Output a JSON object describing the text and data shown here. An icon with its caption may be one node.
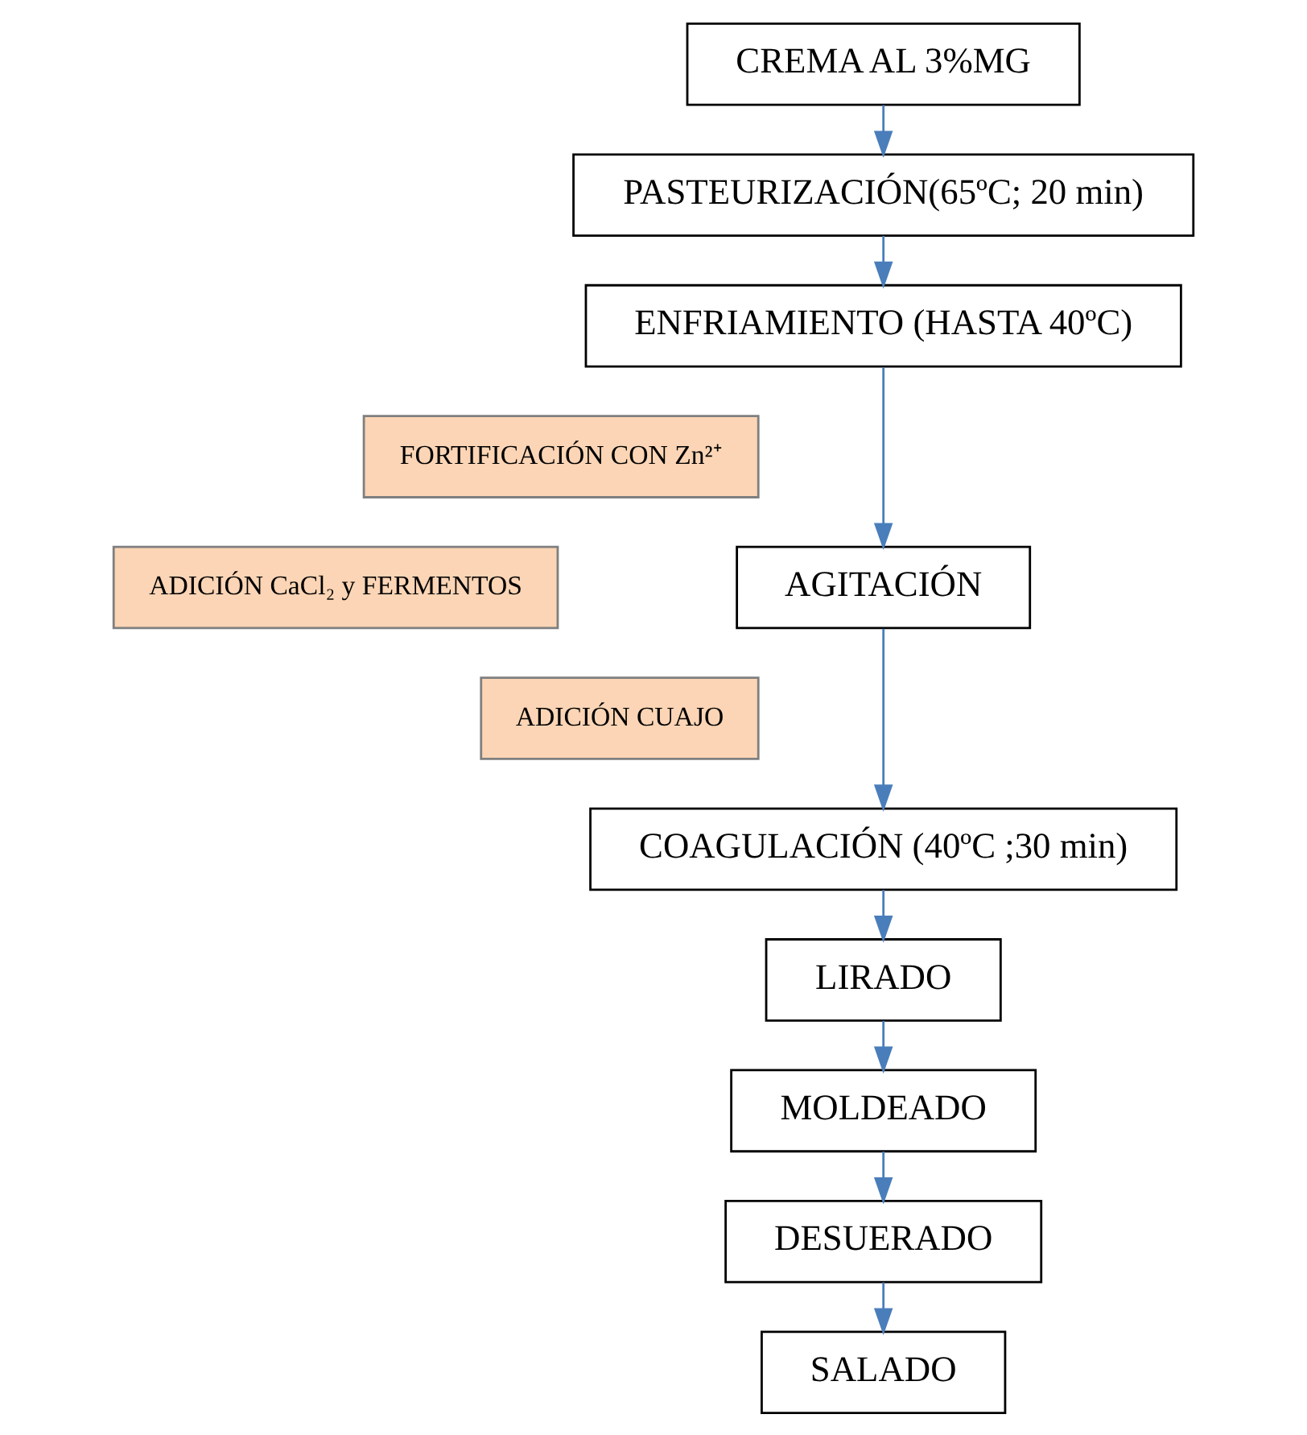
{
  "diagram": {
    "nodes": [
      {
        "text": [
          "CREMA AL 3%MG"
        ]
      },
      {
        "text": [
          "PASTEURIZACIÓN(65ºC; 20 min)"
        ]
      },
      {
        "text": [
          "ENFRIAMIENTO (HASTA 40ºC)"
        ]
      },
      {
        "text": [
          "ADICIÓN CaCl₂ y FERMENTOS"
        ]
      },
      {
        "text": [
          "FORTIFICACIÓN CON Zn²⁺"
        ]
      },
      {
        "text": [
          "AGITACIÓN"
        ]
      },
      {
        "text": [
          "ADICIÓN CUAJO"
        ]
      },
      {
        "text": [
          "COAGULACIÓN (40ºC ;30 min)"
        ]
      },
      {
        "text": [
          "LIRADO"
        ]
      },
      {
        "text": [
          "MOLDEADO"
        ]
      },
      {
        "text": [
          "DESUERADO"
        ]
      },
      {
        "text": [
          "SALADO"
        ]
      }
    ],
    "edges": [
      {
        "from": 0,
        "to": 1,
        "arrow": "to"
      },
      {
        "from": 1,
        "to": 2,
        "arrow": "to"
      },
      {
        "from": 2,
        "to": 5,
        "arrow": "to"
      },
      {
        "from": 5,
        "to": 7,
        "arrow": "to"
      },
      {
        "from": 7,
        "to": 8,
        "arrow": "to"
      },
      {
        "from": 8,
        "to": 9,
        "arrow": "to"
      },
      {
        "from": 9,
        "to": 10,
        "arrow": "to"
      },
      {
        "from": 10,
        "to": 11,
        "arrow": "to"
      }
    ]
  }
}
